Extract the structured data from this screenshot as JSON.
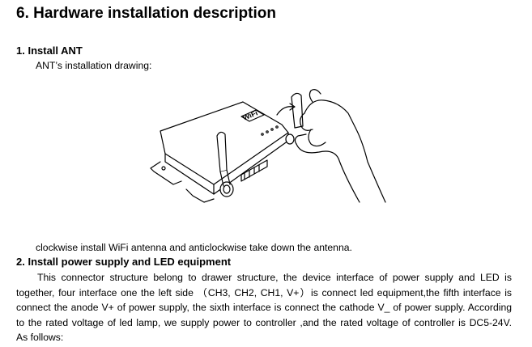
{
  "section_title": "6. Hardware installation description",
  "sub1": {
    "heading": "1. Install ANT",
    "caption": "ANT’s installation drawing:",
    "note": "clockwise install WiFi antenna and anticlockwise take down the antenna."
  },
  "sub2": {
    "heading": "2. Install power supply and LED equipment",
    "lines": [
      "This connector structure belong to drawer structure, the device interface of power supply and LED is",
      "together, four interface one the left side （CH3, CH2, CH1, V+）is connect led equipment,the fifth interface is",
      "connect the anode V+ of power supply, the sixth interface is connect the cathode V_ of power supply. According",
      "to the rated voltage of led lamp, we supply power to controller ,and the rated voltage of controller is DC5-24V.",
      "As follows:"
    ]
  },
  "drawing": {
    "device_label": "WiFi"
  }
}
